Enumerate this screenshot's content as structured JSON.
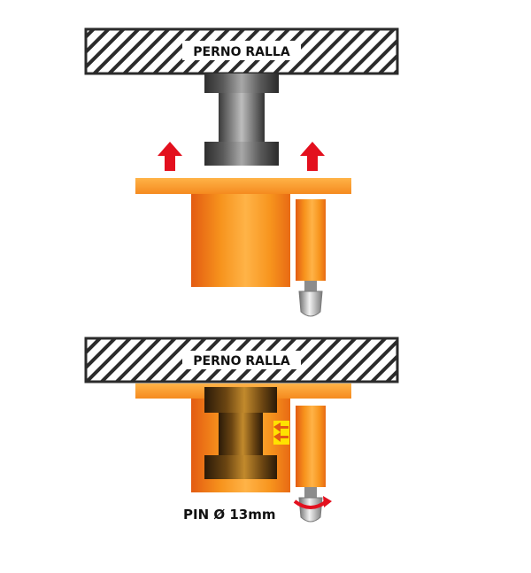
{
  "top_panel": {
    "plate_label": "PERNO RALLA"
  },
  "bottom_panel": {
    "plate_label": "PERNO RALLA",
    "pin_label": "PIN Ø 13mm"
  },
  "colors": {
    "hatch": "#2b2b2b",
    "orange_light": "#ffb347",
    "orange_mid": "#f7941d",
    "orange_dark": "#e35b12",
    "arrow_red": "#e3101e",
    "yellow": "#ffe200",
    "steel_dark": "#333333",
    "steel_light": "#9a9a9a"
  },
  "icons": {
    "up_arrow": "up-arrow-icon",
    "lock_arrow": "double-arrow-icon",
    "rotate_arrow": "rotate-arrow-icon"
  }
}
